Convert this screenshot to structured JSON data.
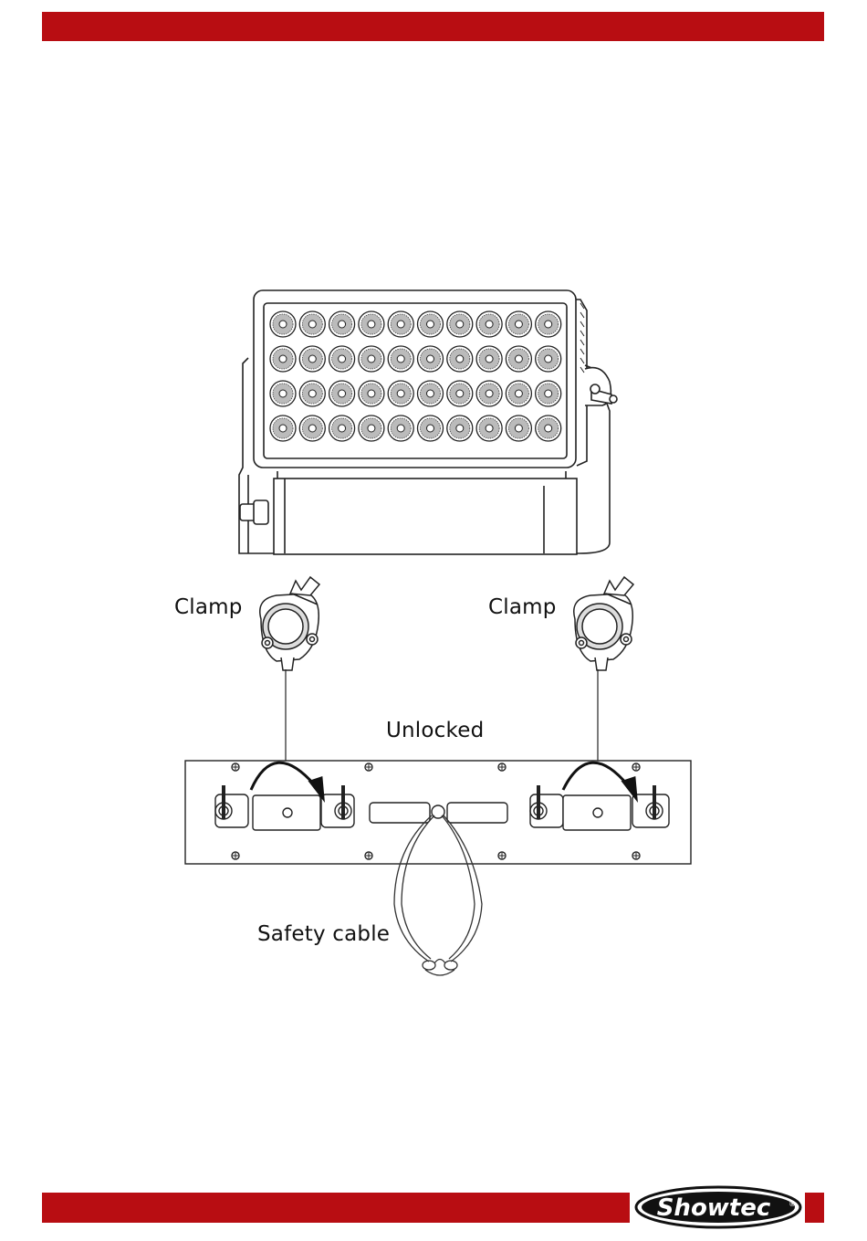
{
  "labels": {
    "clamp_left": "Clamp",
    "clamp_right": "Clamp",
    "unlocked": "Unlocked",
    "safety_cable": "Safety cable"
  },
  "brand": {
    "logo_text": "Showtec",
    "registered": "®"
  },
  "colors": {
    "header_bar": "#b80d12",
    "footer_bar": "#b80d12"
  }
}
